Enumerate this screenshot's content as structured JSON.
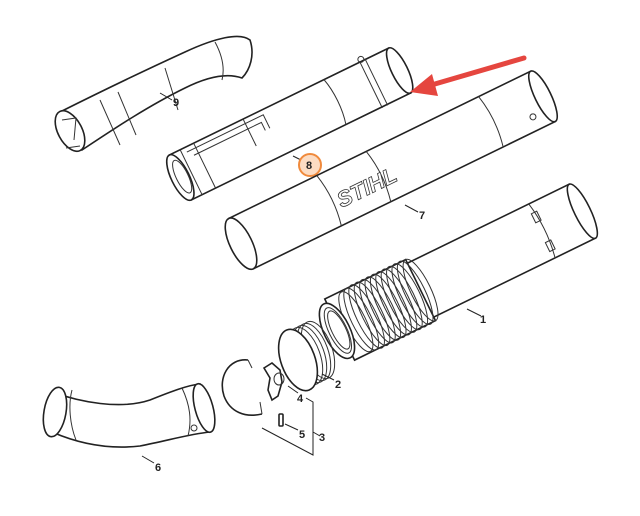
{
  "diagram": {
    "brand_logo": "STIHL",
    "highlight_color": "#f08a3c",
    "arrow_color": "#e5463f",
    "highlighted_part": "8",
    "parts": {
      "p1": "1",
      "p2": "2",
      "p3": "3",
      "p4": "4",
      "p5": "5",
      "p6": "6",
      "p7": "7",
      "p8": "8",
      "p9": "9"
    }
  }
}
